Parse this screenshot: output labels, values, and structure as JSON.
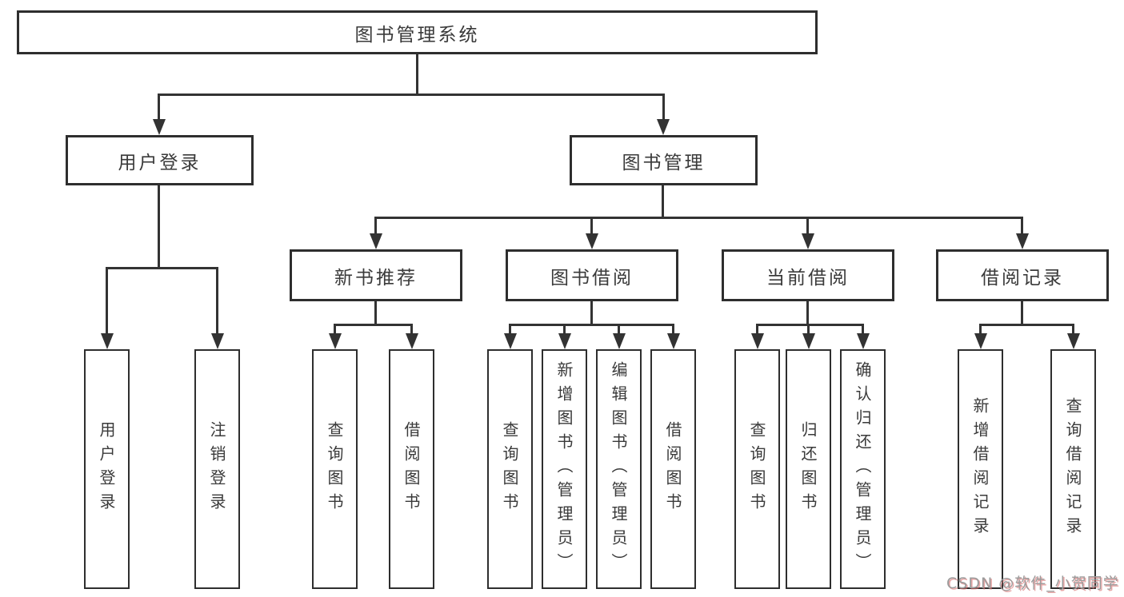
{
  "palette": {
    "background": "#ffffff",
    "line": "#333333",
    "box_border": "#2e2e2e",
    "text": "#3a3a3a",
    "watermark_gray": "#9c9c9c",
    "watermark_red": "#d96a6a"
  },
  "tree": {
    "root": "图书管理系统",
    "children": [
      {
        "label": "用户登录",
        "children": [
          "用户登录",
          "注销登录"
        ]
      },
      {
        "label": "图书管理",
        "children": [
          {
            "label": "新书推荐",
            "children": [
              "查询图书",
              "借阅图书"
            ]
          },
          {
            "label": "图书借阅",
            "children": [
              "查询图书",
              "新增图书（管理员）",
              "编辑图书（管理员）",
              "借阅图书"
            ]
          },
          {
            "label": "当前借阅",
            "children": [
              "查询图书",
              "归还图书",
              "确认归还（管理员）"
            ]
          },
          {
            "label": "借阅记录",
            "children": [
              "新增借阅记录",
              "查询借阅记录"
            ]
          }
        ]
      }
    ]
  },
  "watermark": {
    "text": "CSDN @软件_小贺同学"
  }
}
